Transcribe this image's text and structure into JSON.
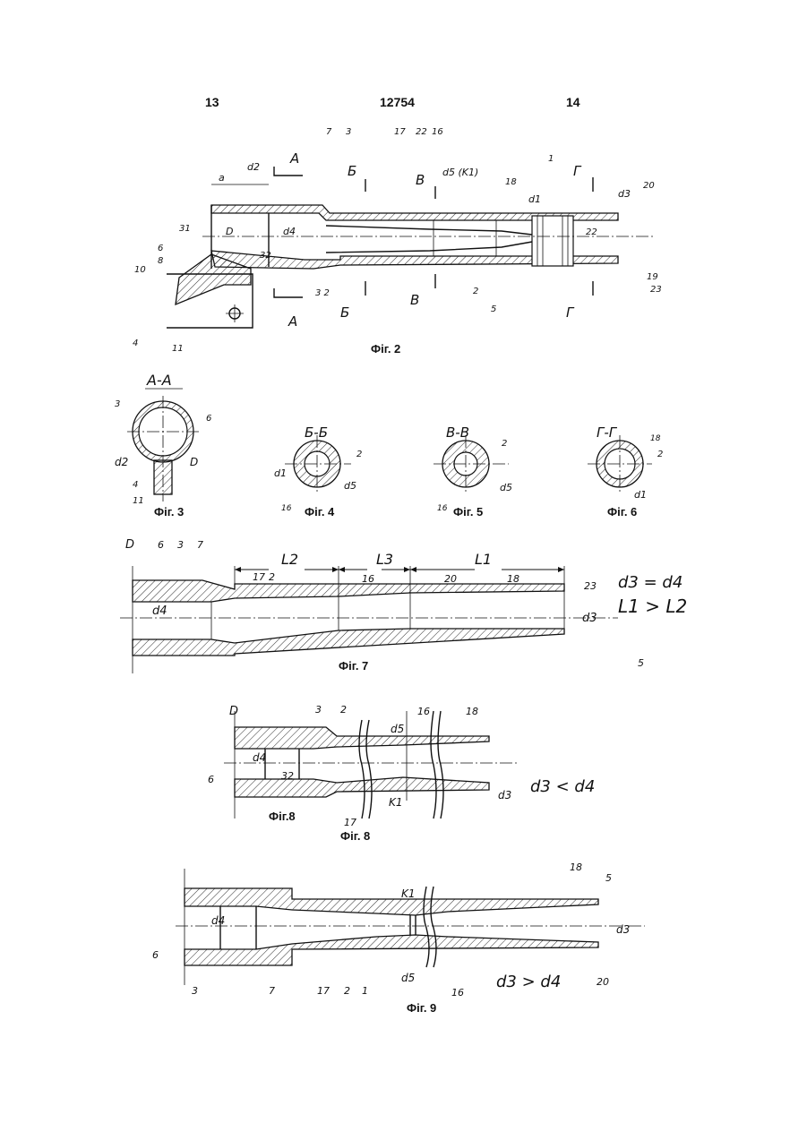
{
  "header": {
    "page_left": "13",
    "doc_number": "12754",
    "page_right": "14"
  },
  "captions": {
    "fig2": "Фіг. 2",
    "fig3": "Фіг. 3",
    "fig4": "Фіг. 4",
    "fig5": "Фіг. 5",
    "fig6": "Фіг. 6",
    "fig7": "Фіг. 7",
    "fig8_inline": "Фіг.8",
    "fig8": "Фіг. 8",
    "fig9": "Фіг. 9"
  },
  "sections": {
    "aa": "А-А",
    "bb": "Б-Б",
    "vv": "В-В",
    "gg": "Г-Г"
  },
  "cut_letters": {
    "a": "А",
    "b": "Б",
    "v": "В",
    "g": "Г"
  },
  "dims": {
    "a": "a",
    "D": "D",
    "d1": "d1",
    "d2": "d2",
    "d3": "d3",
    "d4": "d4",
    "d5": "d5",
    "d5k1": "d5 (K1)",
    "K1": "K1",
    "L1": "L1",
    "L2": "L2",
    "L3": "L3"
  },
  "relations": {
    "fig7_a": "d3 = d4",
    "fig7_b": "L1 > L2",
    "fig8": "d3 < d4",
    "fig9": "d3 > d4"
  },
  "ref_numbers": [
    "1",
    "2",
    "3",
    "4",
    "5",
    "6",
    "7",
    "8",
    "10",
    "11",
    "16",
    "17",
    "18",
    "19",
    "20",
    "22",
    "23",
    "31",
    "32"
  ]
}
